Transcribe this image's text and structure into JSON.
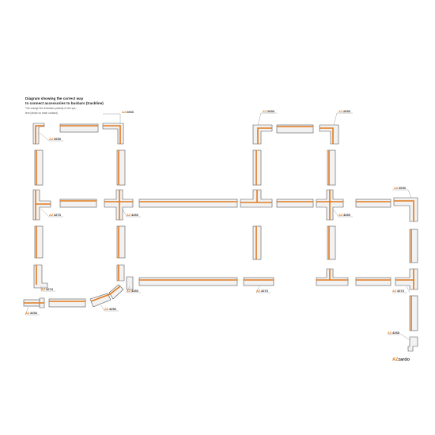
{
  "title_line1": "Diagram showing the correct way",
  "title_line2": "to connect accessories to busbars (trackline)",
  "subtitle_line1": "The orange line indicates polarity of the sys-",
  "subtitle_line2": "tem (stripe on each contact)",
  "label_prefix": "AZ",
  "labels": [
    {
      "code": "2693"
    },
    {
      "code": "2693"
    },
    {
      "code": "2693"
    },
    {
      "code": "2693"
    },
    {
      "code": "2693"
    },
    {
      "code": "4273"
    },
    {
      "code": "4260"
    },
    {
      "code": "4260"
    },
    {
      "code": "4260"
    },
    {
      "code": "4274"
    },
    {
      "code": "4274"
    },
    {
      "code": "4274"
    },
    {
      "code": "4252"
    },
    {
      "code": "4254"
    },
    {
      "code": "4268"
    }
  ],
  "brand": {
    "mark": "AZ",
    "name": "zardo"
  },
  "colors": {
    "accent": "#e07a1f",
    "rail": "#f2f2f2",
    "outline": "#555555"
  }
}
